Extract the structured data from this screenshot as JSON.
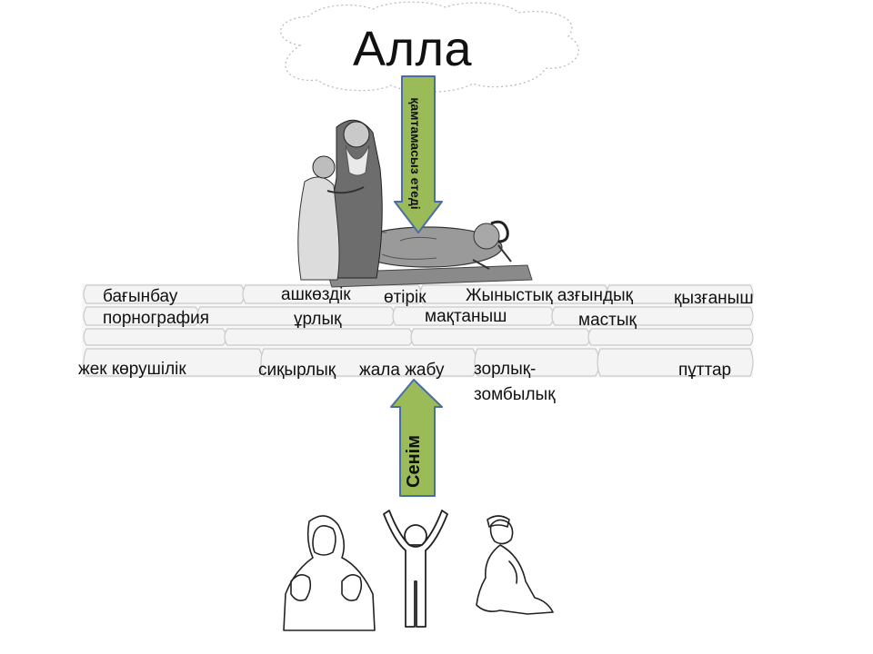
{
  "title": "Алла",
  "arrows": {
    "down_label": "қамтамасыз етеді",
    "up_label": "Сенім",
    "fill_color": "#9bbb59",
    "stroke_color": "#4a6da7"
  },
  "wall_words": {
    "row1": [
      "бағынбау",
      "ашкөздік",
      "өтірік",
      "Жыныстық азғындық",
      "қызғаныш"
    ],
    "row2": [
      "порнография",
      "ұрлық",
      "мақтаныш",
      "мастық"
    ],
    "row3": [
      "жек көрушілік",
      "сиқырлық",
      "жала жабу",
      "зорлық-",
      "зомбылық",
      "пұттар"
    ]
  },
  "figures": {
    "top": "abraham-isaac-ram-illustration",
    "bottom_left": "woman-praying-icon",
    "bottom_center": "person-raised-arms-icon",
    "bottom_right": "man-kneeling-prayer-icon"
  }
}
